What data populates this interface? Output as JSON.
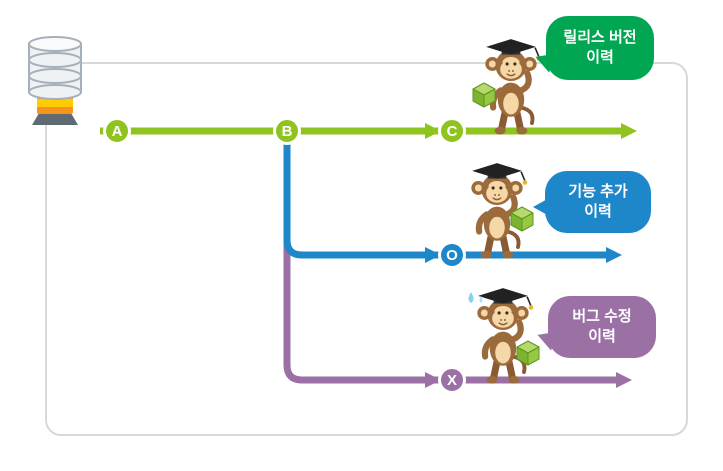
{
  "nodes": [
    {
      "label": "A",
      "color": "#8fc31f"
    },
    {
      "label": "B",
      "color": "#8fc31f"
    },
    {
      "label": "C",
      "color": "#8fc31f"
    },
    {
      "label": "O",
      "color": "#1e87c9"
    },
    {
      "label": "X",
      "color": "#9a70a5"
    }
  ],
  "branches": [
    {
      "name": "release-history-line",
      "color": "#8fc31f"
    },
    {
      "name": "feature-history-line",
      "color": "#1e87c9"
    },
    {
      "name": "bugfix-history-line",
      "color": "#9a70a5"
    }
  ],
  "bubbles": [
    {
      "line1": "릴리스 버전",
      "line2": "이력",
      "color": "#00a651"
    },
    {
      "line1": "기능 추가",
      "line2": "이력",
      "color": "#1e87c9"
    },
    {
      "line1": "버그 수정",
      "line2": "이력",
      "color": "#9a70a5"
    }
  ],
  "icons": {
    "database": "database-icon",
    "monkeys": [
      "monkey-mascot-release",
      "monkey-mascot-feature",
      "monkey-mascot-bugfix"
    ],
    "cube": "green-cube-icon",
    "sweat": "sweat-drops-icon"
  }
}
